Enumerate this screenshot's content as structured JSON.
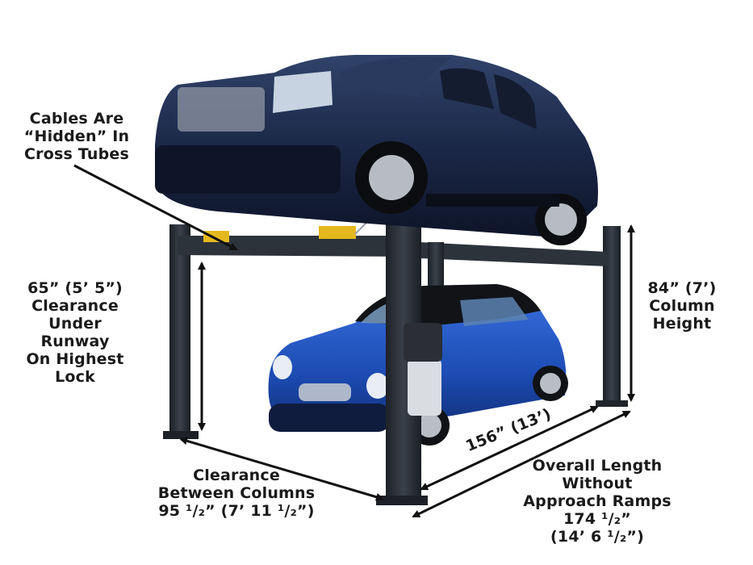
{
  "annotations": {
    "cables": [
      "Cables Are",
      "“Hidden” In",
      "Cross Tubes"
    ],
    "clearance_under_runway": [
      "65” (5’ 5”)",
      "Clearance",
      "Under",
      "Runway",
      "On Highest",
      "Lock"
    ],
    "column_height": [
      "84” (7’)",
      "Column",
      "Height"
    ],
    "length_between": "156” (13’)",
    "clearance_between_columns": [
      "Clearance",
      "Between Columns",
      "95 ¹/₂” (7’ 11 ¹/₂”)"
    ],
    "overall_length": [
      "Overall Length",
      "Without",
      "Approach Ramps",
      "174 ¹/₂”",
      "(14’ 6 ¹/₂”)"
    ]
  },
  "colors": {
    "lift_frame": "#2a2f36",
    "suv_body": "#17233f",
    "mini_body": "#1f4fb8",
    "mini_roof": "#121418",
    "pads": "#e5b81d",
    "text": "#1a1a1a"
  }
}
